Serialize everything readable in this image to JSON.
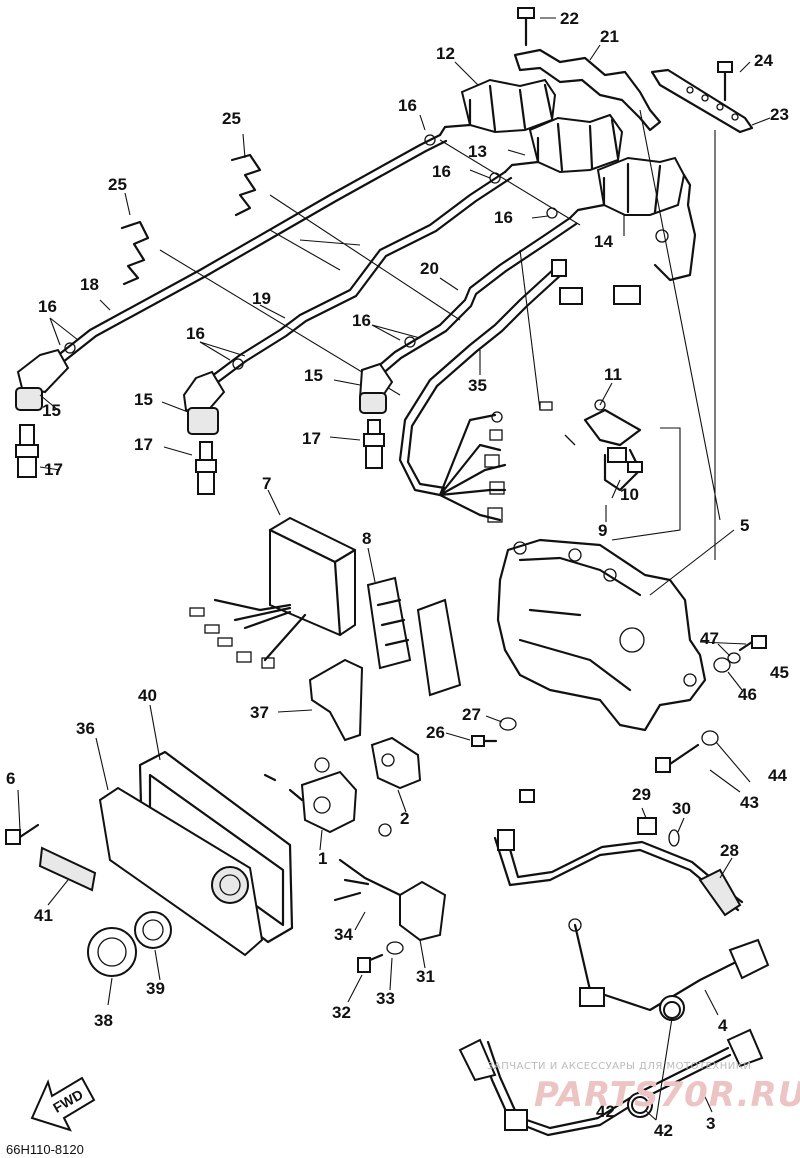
{
  "diagram": {
    "part_code": "66H110-8120",
    "direction_label": "FWD",
    "watermark": {
      "line1": "ЗАПЧАСТИ И АКСЕССУАРЫ ДЛЯ МОТОТЕХНИКИ",
      "line2": "PARTS70R.RU"
    },
    "callouts": [
      "1",
      "2",
      "3",
      "4",
      "5",
      "6",
      "7",
      "8",
      "9",
      "10",
      "11",
      "12",
      "13",
      "14",
      "15",
      "15",
      "15",
      "16",
      "16",
      "16",
      "16",
      "16",
      "16",
      "17",
      "17",
      "17",
      "18",
      "19",
      "20",
      "21",
      "22",
      "23",
      "24",
      "25",
      "25",
      "26",
      "27",
      "28",
      "29",
      "30",
      "31",
      "32",
      "33",
      "34",
      "35",
      "36",
      "37",
      "38",
      "39",
      "40",
      "41",
      "42",
      "42",
      "43",
      "44",
      "45",
      "46",
      "47"
    ]
  }
}
